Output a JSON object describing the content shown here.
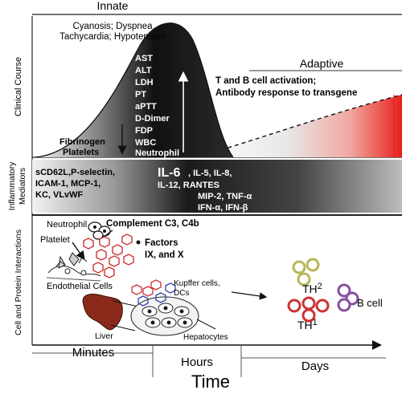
{
  "phases": {
    "innate": "Innate",
    "adaptive": "Adaptive"
  },
  "innate_symptoms": {
    "line1": "Cyanosis; Dyspnea",
    "line2": "Tachycardia; Hypotension"
  },
  "innate_markers": [
    "AST",
    "ALT",
    "LDH",
    "PT",
    "aPTT",
    "D-Dimer",
    "FDP",
    "WBC",
    "Neutrophil"
  ],
  "fibrinogen": {
    "line1": "Fibrinogen",
    "line2": "Platelets"
  },
  "adaptive_text": {
    "line1": "T and B cell activation;",
    "line2": "Antibody response to transgene"
  },
  "row_labels": {
    "clinical": "Clinical Course",
    "inflammatory_line1": "Inflammatory",
    "inflammatory_line2": "Mediators",
    "cell": "Cell and Protein Interactions"
  },
  "mediators": {
    "left1": "sCD62L,P-selectin,",
    "left2": "ICAM-1, MCP-1,",
    "left3": "KC, VLvWF",
    "il6": "IL-6",
    "rest1": ", IL-5, IL-8,",
    "line2": "IL-12, RANTES",
    "line3": "MIP-2, TNF-α",
    "line4": "IFN-α, IFN-β"
  },
  "cells": {
    "neutrophil": "Neutrophil",
    "complement": "Complement C3, C4b",
    "platelet": "Platelet",
    "factors1": "Factors",
    "factors2": "IX, and X",
    "endothelial": "Endothelial Cells",
    "kupffer1": "Kupffer cells,",
    "kupffer2": "DCs",
    "liver": "Liver",
    "hepatocytes": "Hepatocytes",
    "th2": "TH",
    "th2_sub": "2",
    "th1": "TH",
    "th1_sub": "1",
    "bcell": "B cell"
  },
  "time_axis": {
    "minutes": "Minutes",
    "hours": "Hours",
    "days": "Days",
    "title": "Time"
  },
  "colors": {
    "adaptive_red": "#e8201c",
    "dark_peak": "#1a1a1a",
    "liver_brown": "#8b2a1a",
    "cell_red": "#cc3333",
    "cell_purple": "#8a4fa0",
    "cell_blue": "#3344aa"
  }
}
